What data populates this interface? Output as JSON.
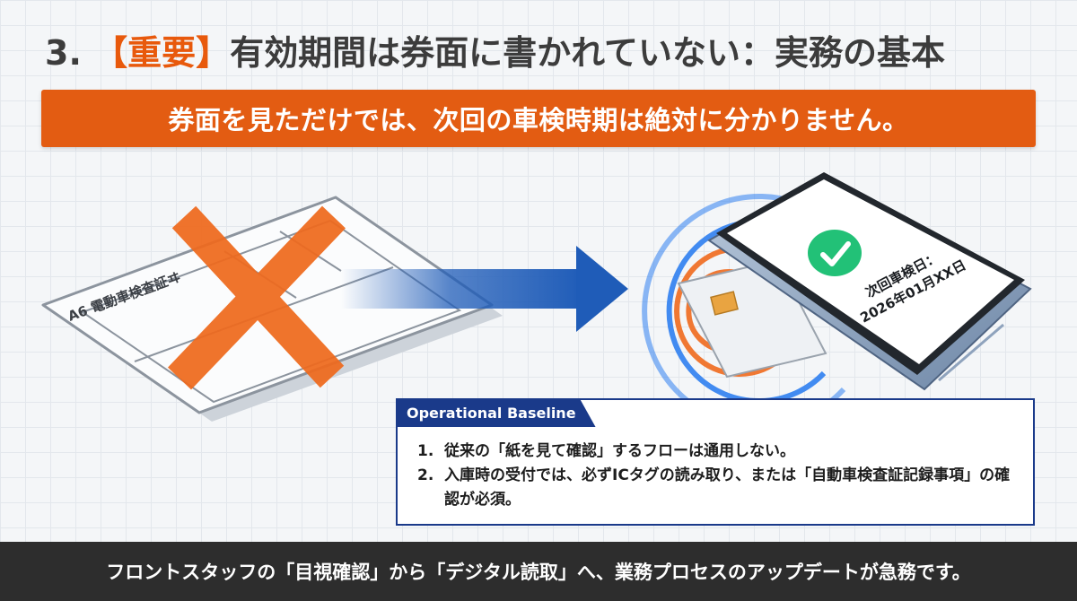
{
  "title": {
    "prefix": "3. ",
    "highlight": "【重要】",
    "rest": "有効期間は券面に書かれていない：実務の基本"
  },
  "banner": {
    "text": "券面を見ただけでは、次回の車検時期は絶対に分かりません。"
  },
  "card": {
    "label": "A6 電動車検査証ヰ"
  },
  "phone": {
    "line1": "次回車検日：",
    "line2": "2026年01月XX日"
  },
  "baseline": {
    "heading": "Operational Baseline",
    "items": [
      {
        "num": "1.",
        "text": "従来の「紙を見て確認」するフローは通用しない。"
      },
      {
        "num": "2.",
        "text": "入庫時の受付では、必ずICタグの読み取り、または「自動車検査証記録事項」の確認が必須。"
      }
    ]
  },
  "footer": {
    "text": "フロントスタッフの「目視確認」から「デジタル読取」へ、業務プロセスのアップデートが急務です。"
  },
  "colors": {
    "accent": "#e35c12",
    "navy": "#1a3a8a",
    "arrow": "#1f5cb8",
    "check": "#22c177"
  },
  "icons": [
    "cross-icon",
    "arrow-right-icon",
    "nfc-waves-icon",
    "check-icon",
    "smartphone-icon",
    "ic-chip-icon"
  ]
}
